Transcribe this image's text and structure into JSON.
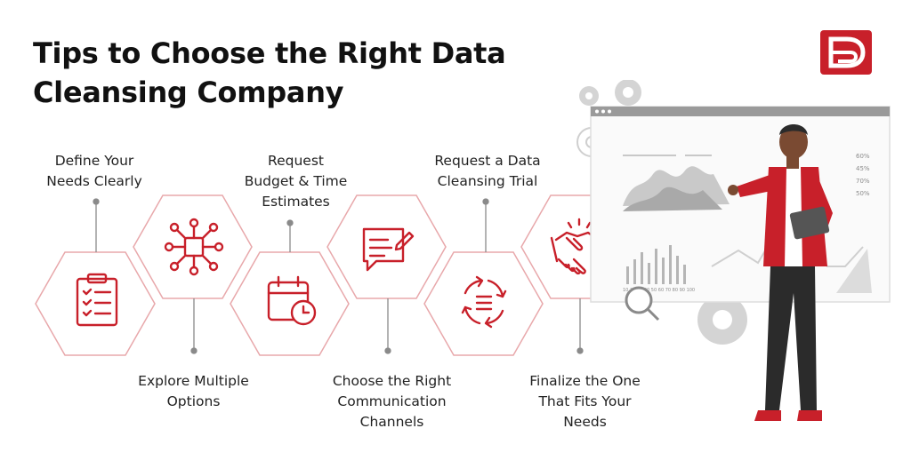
{
  "title": {
    "line1": "Tips to Choose the Right Data",
    "line2": "Cleansing Company"
  },
  "brand": {
    "accent": "#c8202a",
    "outline": "#e8a8ab",
    "logo_icon": "db-logo-icon"
  },
  "steps": [
    {
      "lines": [
        "Define Your",
        "Needs Clearly"
      ],
      "icon": "clipboard-checklist-icon",
      "position": "top"
    },
    {
      "lines": [
        "Explore Multiple",
        "Options"
      ],
      "icon": "network-nodes-icon",
      "position": "bottom"
    },
    {
      "lines": [
        "Request",
        "Budget & Time",
        "Estimates"
      ],
      "icon": "calendar-clock-icon",
      "position": "top"
    },
    {
      "lines": [
        "Choose the Right",
        "Communication",
        "Channels"
      ],
      "icon": "chat-edit-icon",
      "position": "bottom"
    },
    {
      "lines": [
        "Request a Data",
        "Cleansing Trial"
      ],
      "icon": "cycle-arrows-icon",
      "position": "top"
    },
    {
      "lines": [
        "Finalize the One",
        "That Fits Your",
        "Needs"
      ],
      "icon": "handshake-icon",
      "position": "bottom"
    }
  ],
  "illustration": {
    "chart_percentages": [
      "60%",
      "45%",
      "70%",
      "50%"
    ],
    "axis_ticks": "10 20 30 40 50 60 70 80 90 100"
  }
}
